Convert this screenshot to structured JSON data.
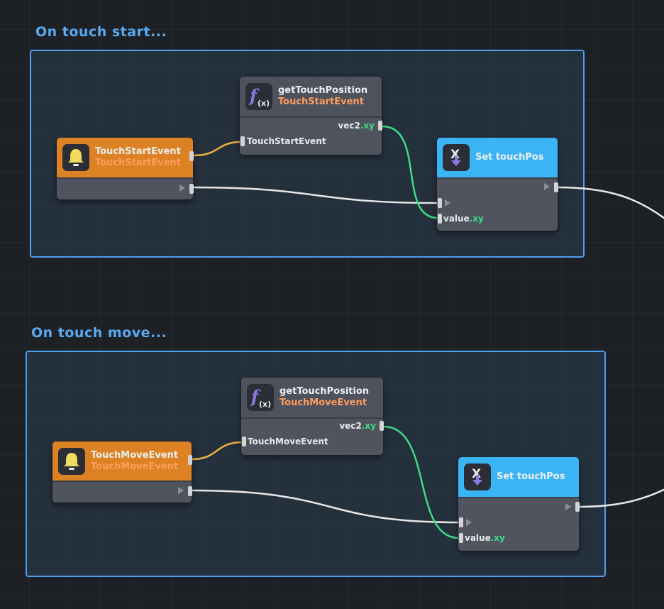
{
  "colors": {
    "background": "#1d2025",
    "group_border": "#4f9ef0",
    "group_title": "#5aaaf0",
    "event_header": "#dc8224",
    "function_header": "#4d525c",
    "setter_header": "#3bb4f5",
    "node_body": "#4f545e",
    "subtitle_orange": "#ff9d5c",
    "swizzle_green": "#3ddc84",
    "wire_exec": "#e8e8e8",
    "wire_event": "#f0b040",
    "wire_vec2": "#3ddc84"
  },
  "groups": [
    {
      "title": "On touch start...",
      "event_node": {
        "icon": "bell-icon",
        "title": "TouchStartEvent",
        "subtitle": "TouchStartEvent"
      },
      "function_node": {
        "icon": "function-fx-icon",
        "title": "getTouchPosition",
        "subtitle": "TouchStartEvent",
        "output_pin": {
          "name": "vec2",
          "swizzle": ".xy"
        },
        "input_pin": {
          "name": "TouchStartEvent"
        }
      },
      "setter_node": {
        "icon": "set-variable-icon",
        "title": "Set touchPos",
        "input_pin": {
          "name": "value",
          "swizzle": ".xy"
        }
      }
    },
    {
      "title": "On touch move...",
      "event_node": {
        "icon": "bell-icon",
        "title": "TouchMoveEvent",
        "subtitle": "TouchMoveEvent"
      },
      "function_node": {
        "icon": "function-fx-icon",
        "title": "getTouchPosition",
        "subtitle": "TouchMoveEvent",
        "output_pin": {
          "name": "vec2",
          "swizzle": ".xy"
        },
        "input_pin": {
          "name": "TouchMoveEvent"
        }
      },
      "setter_node": {
        "icon": "set-variable-icon",
        "title": "Set touchPos",
        "input_pin": {
          "name": "value",
          "swizzle": ".xy"
        }
      }
    }
  ]
}
